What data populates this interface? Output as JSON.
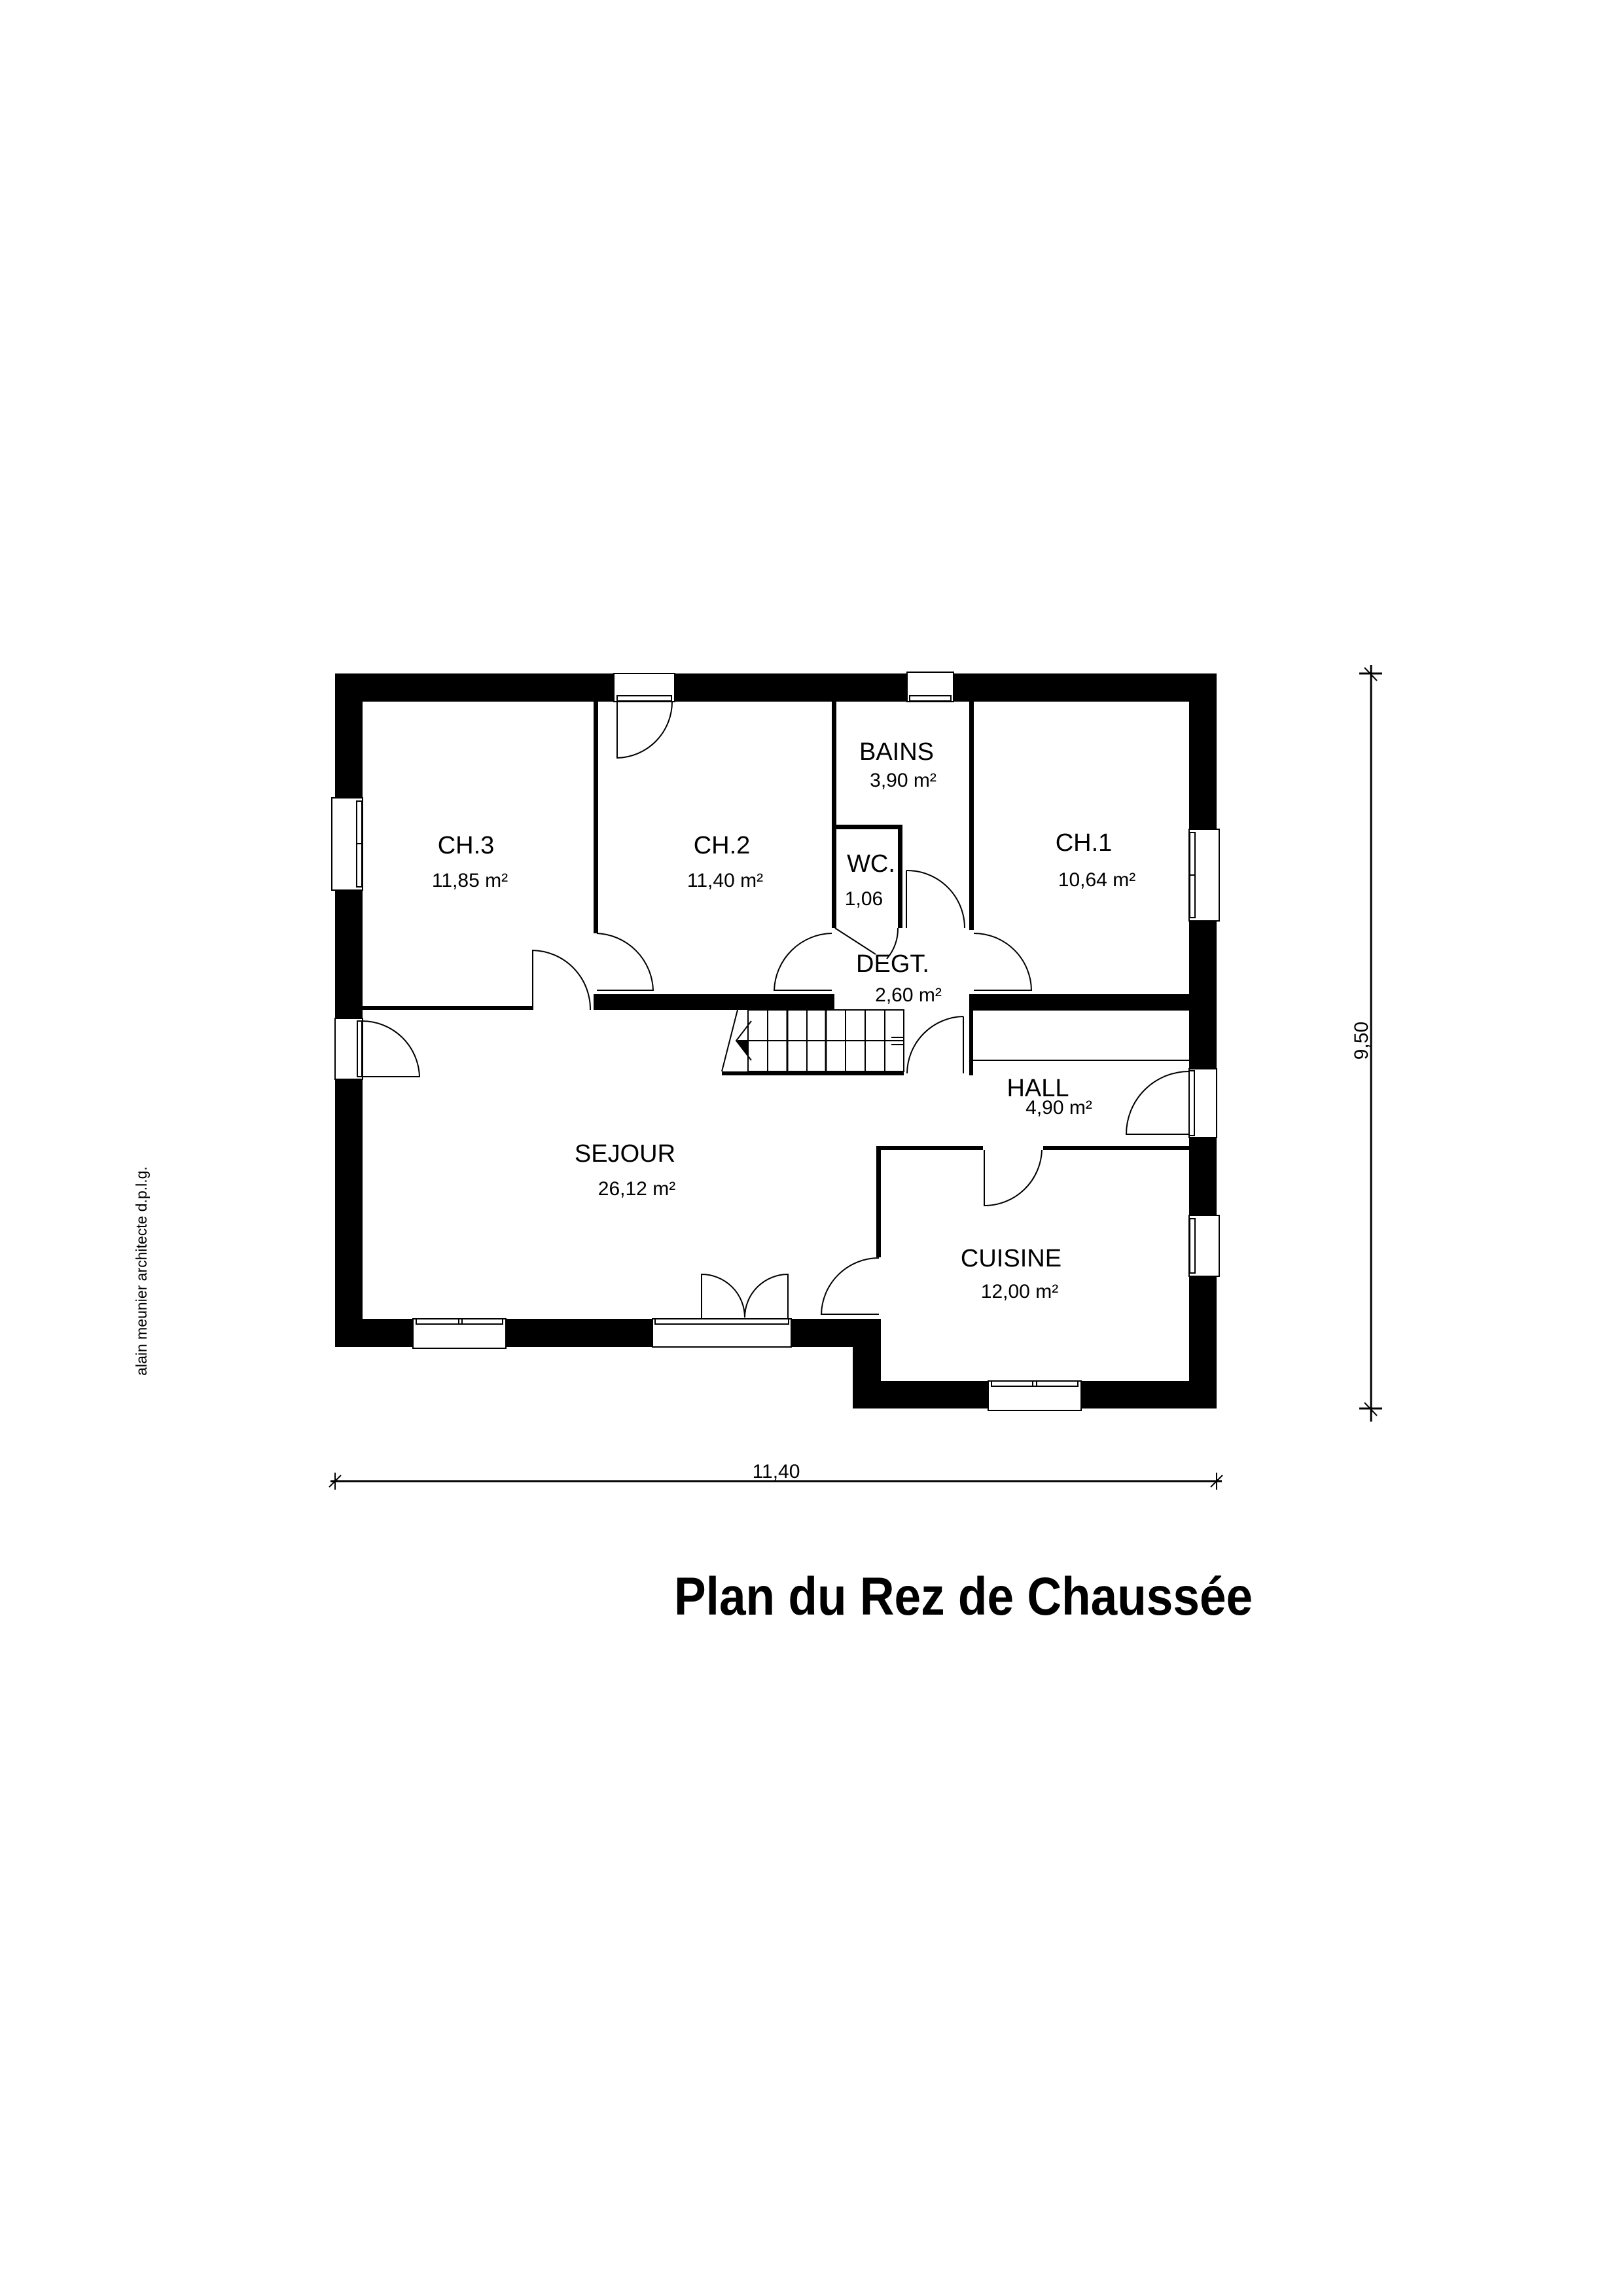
{
  "drawing": {
    "title": "Plan du Rez de Chaussée",
    "credit": "alain meunier architecte d.p.l.g.",
    "dimensions": {
      "width": "11,40",
      "height": "9,50"
    },
    "rooms": {
      "ch3": {
        "name": "CH.3",
        "area": "11,85 m²"
      },
      "ch2": {
        "name": "CH.2",
        "area": "11,40 m²"
      },
      "bains": {
        "name": "BAINS",
        "area": "3,90 m²"
      },
      "wc": {
        "name": "WC.",
        "area": "1,06"
      },
      "ch1": {
        "name": "CH.1",
        "area": "10,64 m²"
      },
      "degt": {
        "name": "DEGT.",
        "area": "2,60 m²"
      },
      "hall": {
        "name": "HALL",
        "area": "4,90 m²"
      },
      "sejour": {
        "name": "SEJOUR",
        "area": "26,12 m²"
      },
      "cuisine": {
        "name": "CUISINE",
        "area": "12,00 m²"
      }
    },
    "colors": {
      "ink": "#000000",
      "paper": "#ffffff"
    }
  }
}
